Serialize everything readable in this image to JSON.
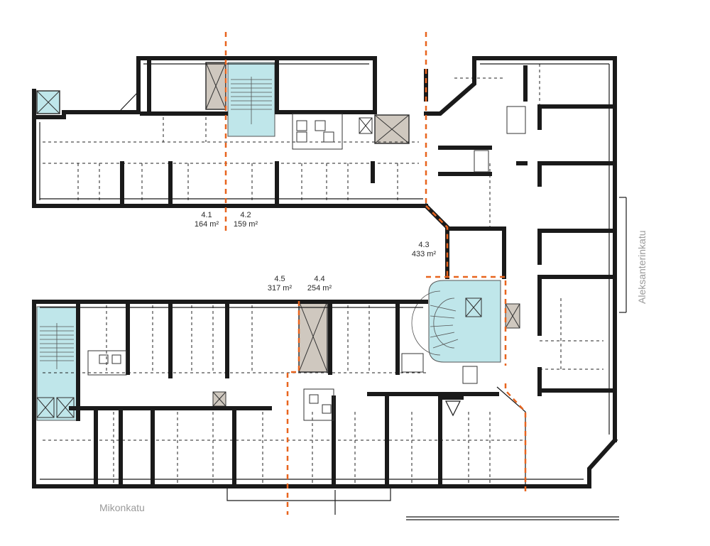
{
  "units": [
    {
      "id": "4.1",
      "area": "164 m²"
    },
    {
      "id": "4.2",
      "area": "159 m²"
    },
    {
      "id": "4.3",
      "area": "433 m²"
    },
    {
      "id": "4.4",
      "area": "254 m²"
    },
    {
      "id": "4.5",
      "area": "317 m²"
    }
  ],
  "streets": {
    "bottom": "Mikonkatu",
    "right": "Aleksanterinkatu"
  },
  "colors": {
    "wall": "#1a1a1a",
    "divider": "#e8641e",
    "stairwell": "#bfe6ea",
    "shaft": "#cfc8bf",
    "street_text": "#9a9a9a"
  }
}
